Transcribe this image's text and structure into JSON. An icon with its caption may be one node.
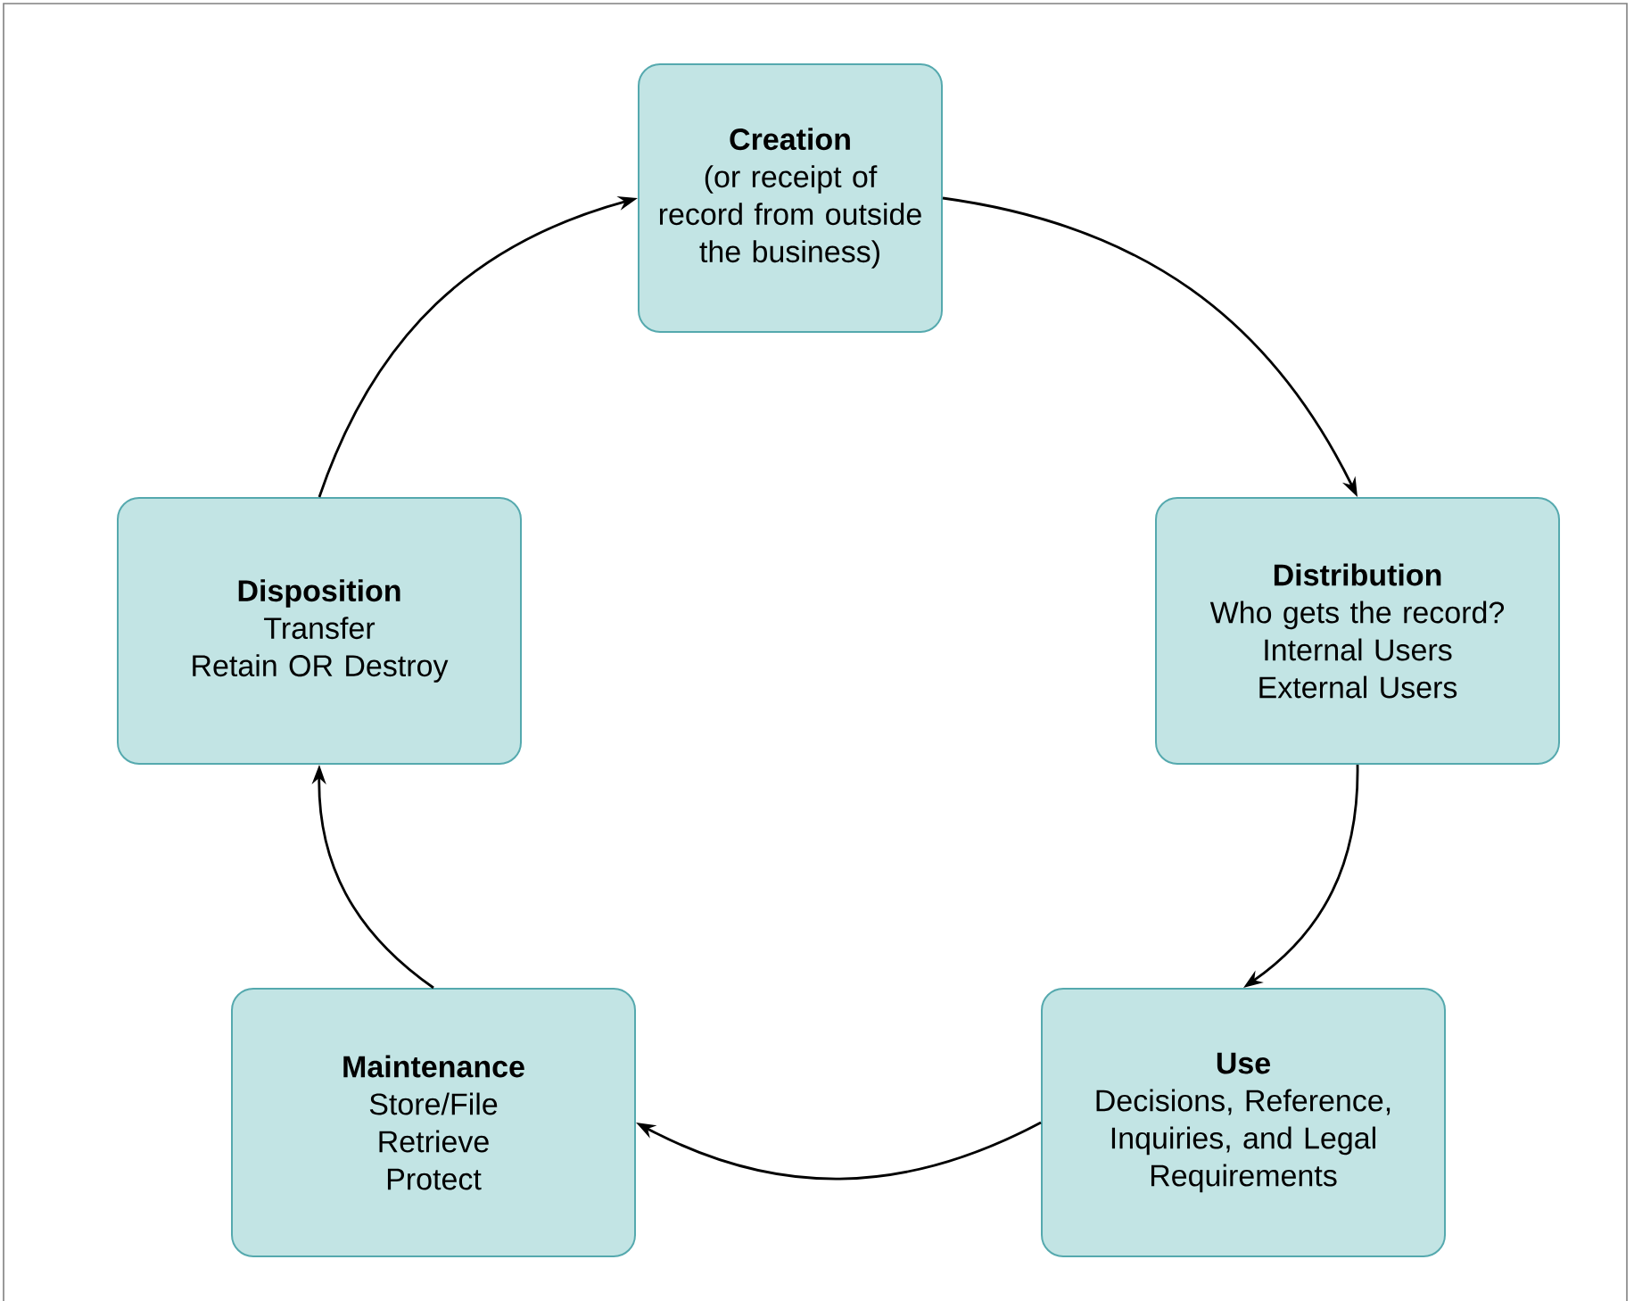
{
  "diagram": {
    "nodes": [
      {
        "text": [
          "Creation",
          "(or receipt of record from outside the business)"
        ]
      },
      {
        "text": [
          "Distribution",
          "Who gets the record?",
          "Internal Users",
          "External Users"
        ]
      },
      {
        "text": [
          "Use",
          "Decisions, Reference, Inquiries, and Legal Requirements"
        ]
      },
      {
        "text": [
          "Maintenance",
          "Store/File",
          "Retrieve",
          "Protect"
        ]
      },
      {
        "text": [
          "Disposition",
          "Transfer",
          "Retain OR Destroy"
        ]
      }
    ],
    "edges": [
      {
        "from": 0,
        "to": 1,
        "arrow": "to"
      },
      {
        "from": 1,
        "to": 2,
        "arrow": "to"
      },
      {
        "from": 2,
        "to": 3,
        "arrow": "to"
      },
      {
        "from": 3,
        "to": 4,
        "arrow": "to"
      },
      {
        "from": 4,
        "to": 0,
        "arrow": "to"
      }
    ]
  }
}
